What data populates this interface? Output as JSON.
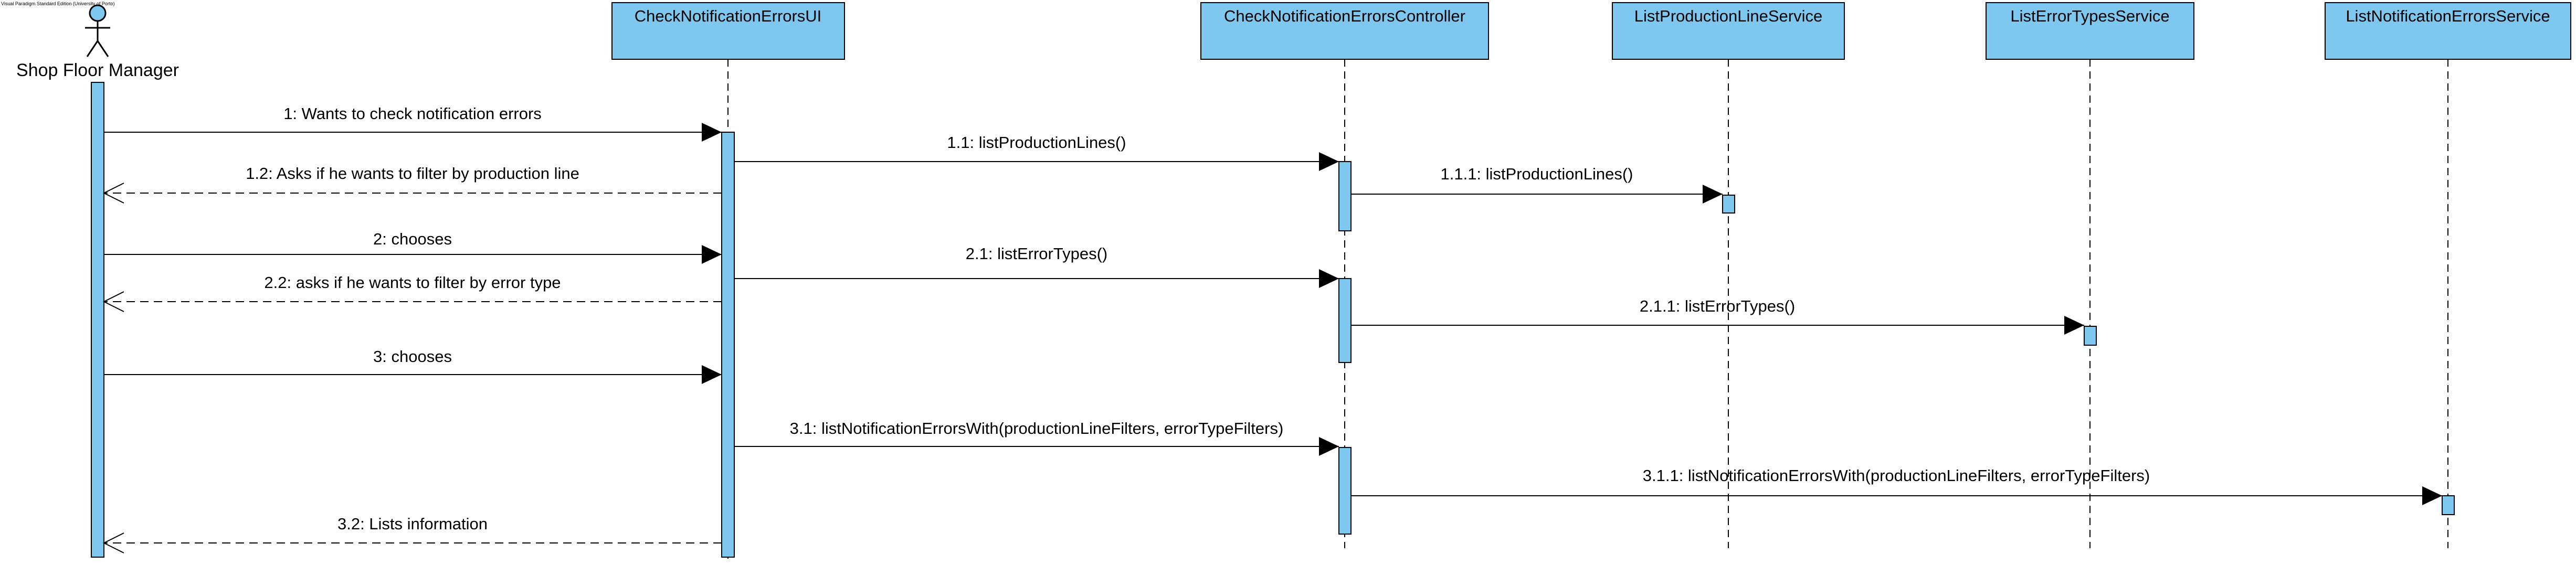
{
  "diagram": {
    "type": "UML sequence diagram",
    "watermark": "Visual Paradigm Standard Edition (University of Porto)",
    "colors": {
      "box_fill": "#7ec8f0",
      "activation_fill": "#7ec8f0",
      "line": "#000000",
      "background": "#ffffff"
    },
    "actor": {
      "label": "Shop Floor Manager",
      "icon": "stick-figure-icon"
    },
    "lifelines": [
      {
        "id": "ui",
        "label": "CheckNotificationErrorsUI"
      },
      {
        "id": "ctrl",
        "label": "CheckNotificationErrorsController"
      },
      {
        "id": "plsvc",
        "label": "ListProductionLineService"
      },
      {
        "id": "etsvc",
        "label": "ListErrorTypesService"
      },
      {
        "id": "nesvc",
        "label": "ListNotificationErrorsService"
      }
    ],
    "messages": [
      {
        "from": "actor",
        "to": "ui",
        "kind": "sync",
        "label": "1: Wants to check notification errors"
      },
      {
        "from": "ui",
        "to": "ctrl",
        "kind": "sync",
        "label": "1.1: listProductionLines()"
      },
      {
        "from": "ui",
        "to": "actor",
        "kind": "return",
        "label": "1.2: Asks if he wants to filter by production line"
      },
      {
        "from": "ctrl",
        "to": "plsvc",
        "kind": "sync",
        "label": "1.1.1: listProductionLines()"
      },
      {
        "from": "actor",
        "to": "ui",
        "kind": "sync",
        "label": "2: chooses"
      },
      {
        "from": "ui",
        "to": "ctrl",
        "kind": "sync",
        "label": "2.1: listErrorTypes()"
      },
      {
        "from": "ui",
        "to": "actor",
        "kind": "return",
        "label": "2.2: asks if he wants to filter by error type"
      },
      {
        "from": "ctrl",
        "to": "etsvc",
        "kind": "sync",
        "label": "2.1.1: listErrorTypes()"
      },
      {
        "from": "actor",
        "to": "ui",
        "kind": "sync",
        "label": "3: chooses"
      },
      {
        "from": "ui",
        "to": "ctrl",
        "kind": "sync",
        "label": "3.1: listNotificationErrorsWith(productionLineFilters, errorTypeFilters)"
      },
      {
        "from": "ctrl",
        "to": "nesvc",
        "kind": "sync",
        "label": "3.1.1: listNotificationErrorsWith(productionLineFilters, errorTypeFilters)"
      },
      {
        "from": "ui",
        "to": "actor",
        "kind": "return",
        "label": "3.2: Lists information"
      }
    ]
  }
}
